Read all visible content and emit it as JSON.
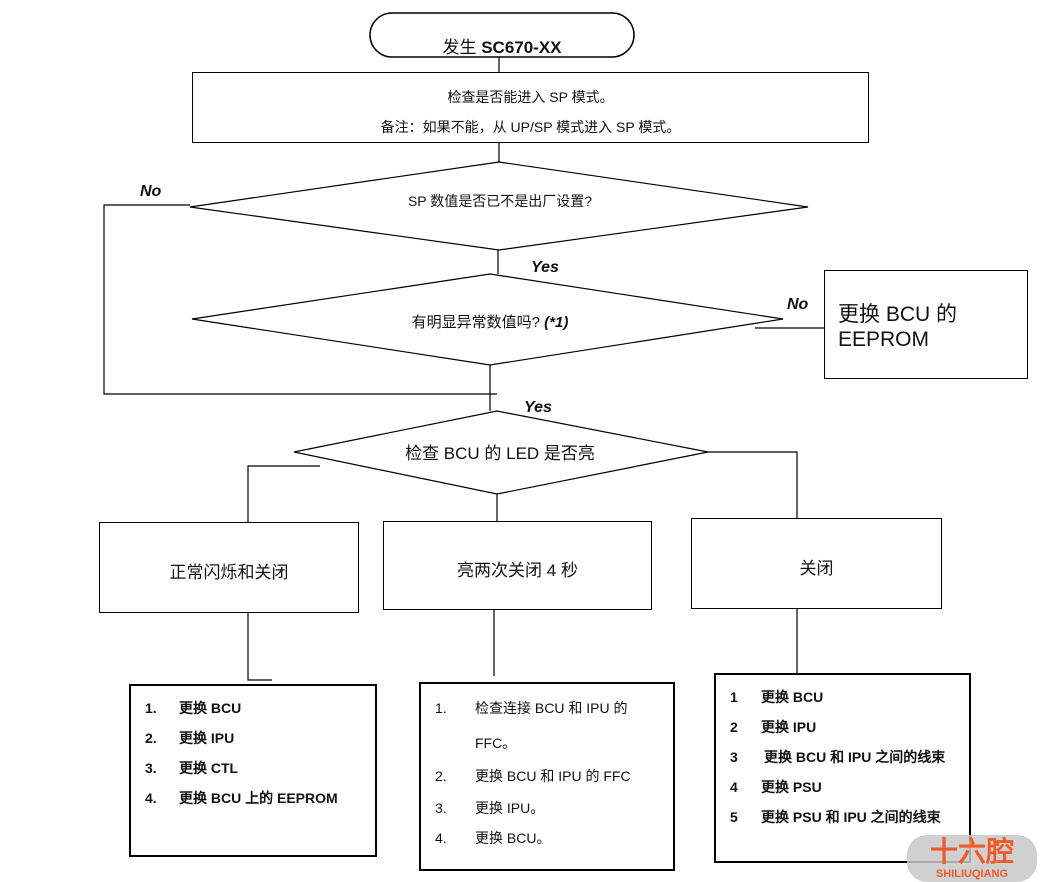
{
  "start": {
    "prefix": "发生 ",
    "code": "SC670-XX"
  },
  "check_sp": {
    "line1": "检查是否能进入 SP 模式。",
    "line2": "备注：如果不能，从 UP/SP 模式进入 SP 模式。"
  },
  "decision1": {
    "label": "SP 数值是否已不是出厂设置?",
    "no": "No",
    "yes": "Yes"
  },
  "decision2": {
    "label": "有明显异常数值吗? ",
    "note": "(*1)",
    "no": "No",
    "yes": "Yes"
  },
  "replace_eeprom": {
    "line1": "更换 BCU 的",
    "line2": "EEPROM"
  },
  "decision3": {
    "label": "检查 BCU 的 LED 是否亮"
  },
  "branches": [
    {
      "label": "正常闪烁和关闭"
    },
    {
      "label": "亮两次关闭 4 秒"
    },
    {
      "label": "关闭"
    }
  ],
  "list_a": [
    {
      "n": "1.",
      "text": "更换 BCU"
    },
    {
      "n": "2.",
      "text": "更换 IPU"
    },
    {
      "n": "3.",
      "text": "更换 CTL"
    },
    {
      "n": "4.",
      "text": "更换 BCU 上的 EEPROM"
    }
  ],
  "list_b": [
    {
      "n": "1.",
      "text": "检查连接 BCU 和 IPU 的",
      "cont": "FFC。"
    },
    {
      "n": "2.",
      "text": "更换 BCU 和 IPU 的 FFC"
    },
    {
      "n": "3.",
      "text": "更换 IPU。"
    },
    {
      "n": "4.",
      "text": "更换 BCU。"
    }
  ],
  "list_c": [
    {
      "n": "1",
      "text": "更换 BCU"
    },
    {
      "n": "2",
      "text": "更换 IPU"
    },
    {
      "n": "3",
      "text": "更换 BCU 和 IPU 之间的线束"
    },
    {
      "n": "4",
      "text": "更换 PSU"
    },
    {
      "n": "5",
      "text": "更换 PSU 和 IPU 之间的线束"
    }
  ],
  "watermark": {
    "cn": "十六腔",
    "en": "SHILIUQIANG"
  },
  "colors": {
    "line": "#000000",
    "watermark": "#f05a28"
  }
}
